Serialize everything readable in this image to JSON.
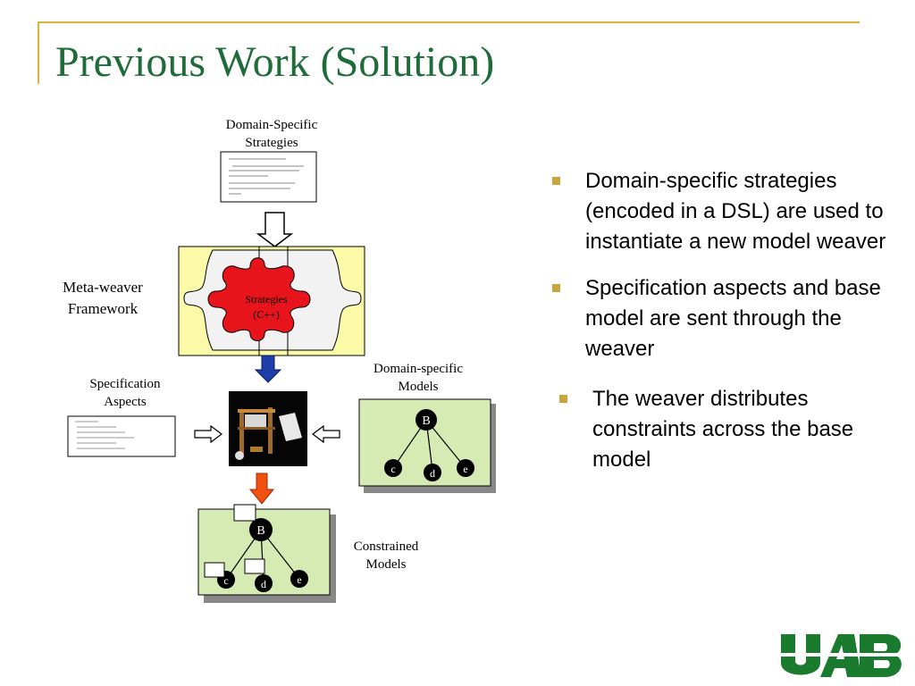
{
  "slide": {
    "title": "Previous Work (Solution)"
  },
  "diagram": {
    "strategies_label_line1": "Domain-Specific",
    "strategies_label_line2": "Strategies",
    "metaweaver_line1": "Meta-weaver",
    "metaweaver_line2": "Framework",
    "puzzle_center_line1": "Strategies",
    "puzzle_center_line2": "(C++)",
    "spec_aspects_line1": "Specification",
    "spec_aspects_line2": "Aspects",
    "domain_models_line1": "Domain-specific",
    "domain_models_line2": "Models",
    "constrained_line1": "Constrained",
    "constrained_line2": "Models",
    "tree_nodes": {
      "root": "B",
      "c": "c",
      "d": "d",
      "e": "e"
    }
  },
  "bullets": [
    "Domain-specific strategies (encoded in a DSL) are used to instantiate a new model weaver",
    "Specification aspects and base model are sent through the weaver",
    "The weaver distributes constraints across the base model"
  ],
  "colors": {
    "title": "#1f6b3a",
    "accent_gold": "#c8a63c",
    "puzzle_yellow": "#fafaa8",
    "puzzle_red": "#e8141c",
    "model_green": "#d6ebb4",
    "arrow_blue": "#1f3fa8",
    "arrow_orange": "#f05010",
    "logo_green": "#1a7a2e"
  },
  "icons": {
    "loom": "loom-image-icon",
    "logo": "uab-logo-icon"
  }
}
